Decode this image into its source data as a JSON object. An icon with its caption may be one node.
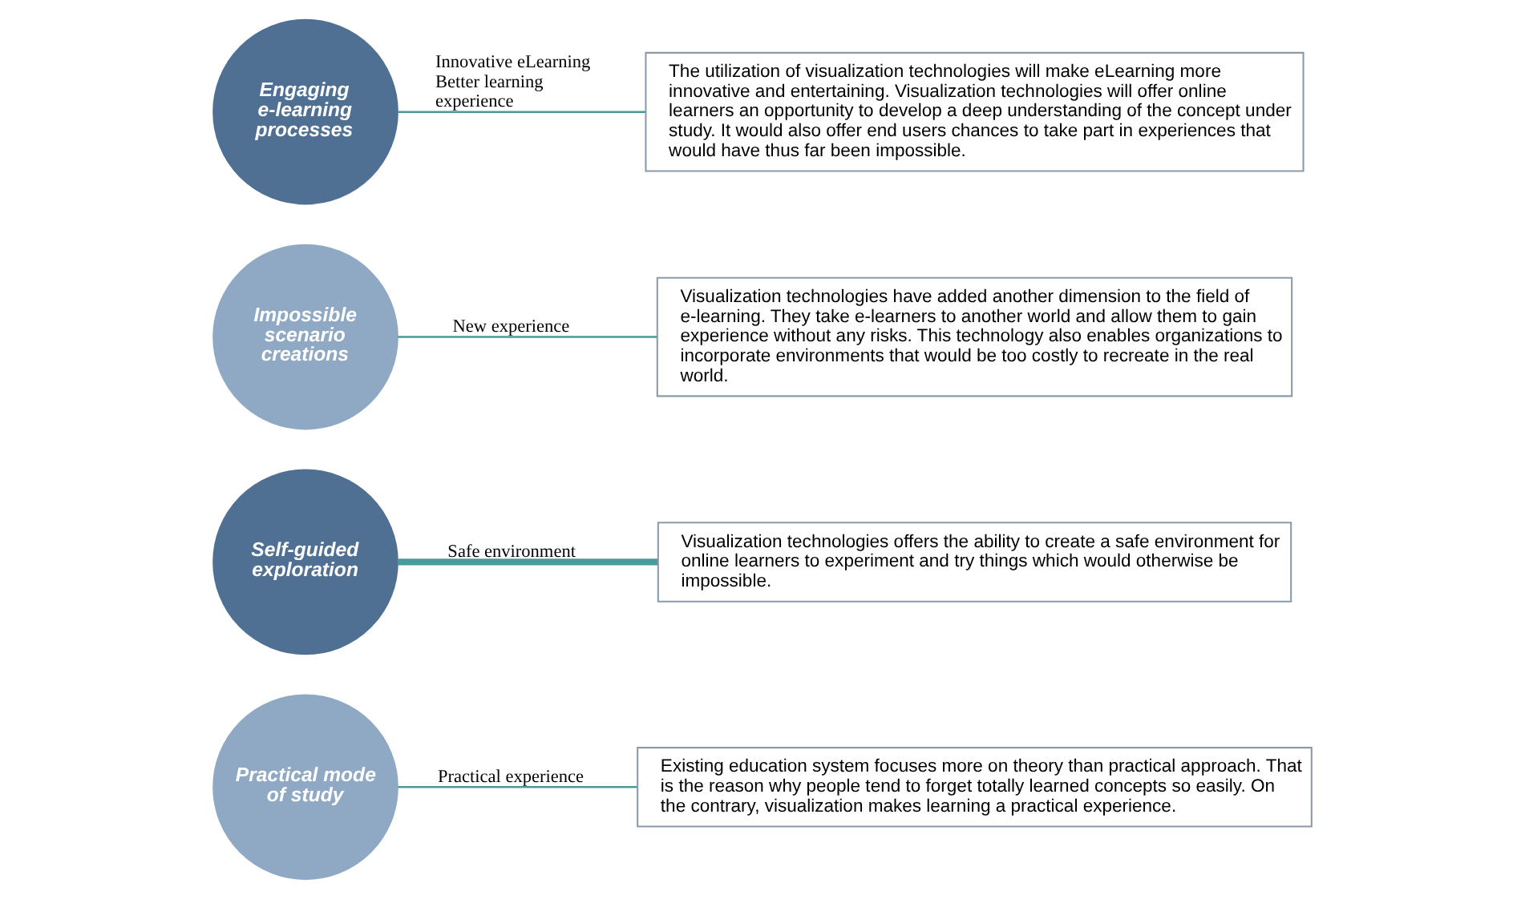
{
  "diagram": {
    "nodes": [
      {
        "text": [
          "Engaging e-learning processes"
        ],
        "beside": [
          "Innovative eLearning",
          "Better learning experience"
        ]
      },
      {
        "text": [
          "Impossible scenario creations"
        ],
        "beside": [
          "New experience"
        ]
      },
      {
        "text": [
          "Self-guided exploration"
        ],
        "beside": [
          "Safe environment"
        ]
      },
      {
        "text": [
          "Practical mode of study"
        ],
        "beside": [
          "Practical experience"
        ]
      },
      {
        "text": [
          "The utilization of visualization technologies will make eLearning more innovative and entertaining. Visualization technologies will offer online learners an opportunity to develop a deep understanding of the concept under study. It would also offer end users chances to take part in experiences that would have thus far been impossible."
        ]
      },
      {
        "text": [
          "Visualization technologies have added another dimension to the field of e-learning. They take e-learners to another world and allow them to gain experience without any risks. This technology also enables organizations to incorporate environments that would be too costly to recreate in the real world."
        ]
      },
      {
        "text": [
          "Visualization technologies offers the ability to create a safe environment for online learners to experiment and try things which would otherwise be impossible."
        ]
      },
      {
        "text": [
          "Existing education system focuses more on theory than practical approach. That is the reason why people tend to forget totally learned concepts so easily. On the contrary, visualization makes learning a practical experience."
        ]
      }
    ],
    "edges": [
      {
        "from": 0,
        "to": 4,
        "arrow": "none"
      },
      {
        "from": 1,
        "to": 5,
        "arrow": "none"
      },
      {
        "from": 2,
        "to": 6,
        "arrow": "none",
        "style": "thick"
      },
      {
        "from": 3,
        "to": 7,
        "arrow": "none"
      }
    ]
  }
}
